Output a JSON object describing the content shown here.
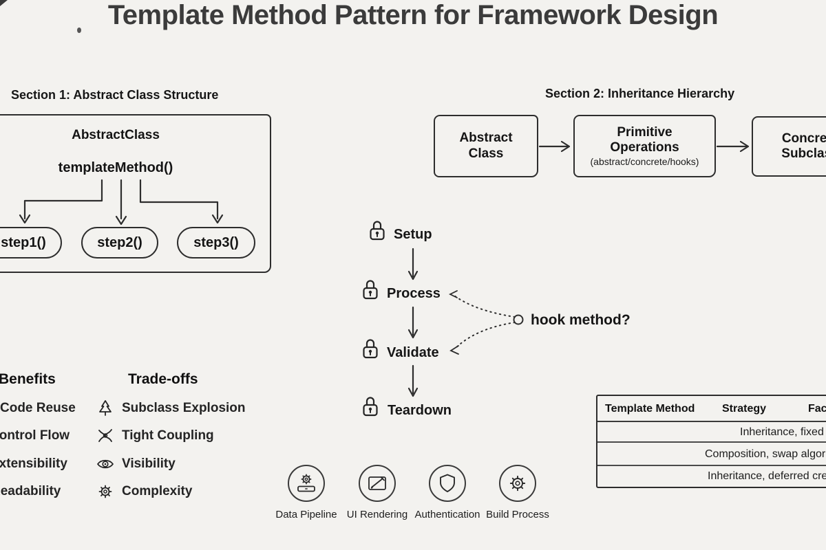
{
  "colors": {
    "background": "#f3f2ef",
    "ink": "#2d2d2d"
  },
  "title": "Template Method Pattern for Framework Design",
  "section1": {
    "heading": "Section 1: Abstract Class Structure",
    "class_name": "AbstractClass",
    "template_method": "templateMethod()",
    "steps": [
      "step1()",
      "step2()",
      "step3()"
    ]
  },
  "section2": {
    "heading": "Section 2: Inheritance Hierarchy",
    "nodes": [
      {
        "label": "Abstract\nClass"
      },
      {
        "label": "Primitive\nOperations",
        "sublabel": "(abstract/concrete/hooks)"
      },
      {
        "label": "Concrete\nSubclass"
      }
    ]
  },
  "lifecycle": {
    "icon": "padlock-icon",
    "steps": [
      "Setup",
      "Process",
      "Validate",
      "Teardown"
    ],
    "hook_label": "hook method?"
  },
  "benefits": {
    "heading": "Benefits",
    "items": [
      "Code Reuse",
      "Control Flow",
      "Extensibility",
      "Readability"
    ]
  },
  "tradeoffs": {
    "heading": "Trade-offs",
    "items": [
      {
        "icon": "pine-tree-icon",
        "label": "Subclass Explosion"
      },
      {
        "icon": "tangled-knot-icon",
        "label": "Tight Coupling"
      },
      {
        "icon": "eye-icon",
        "label": "Visibility"
      },
      {
        "icon": "gear-icon",
        "label": "Complexity"
      }
    ]
  },
  "use_cases": [
    {
      "icon": "pipeline-gear-icon",
      "label": "Data Pipeline"
    },
    {
      "icon": "canvas-pen-icon",
      "label": "UI Rendering"
    },
    {
      "icon": "shield-icon",
      "label": "Authentication"
    },
    {
      "icon": "gear-icon",
      "label": "Build Process"
    }
  ],
  "comparison_table": {
    "headers": [
      "Template Method",
      "Strategy",
      "Factory Method"
    ],
    "rows": [
      "Inheritance, fixed algorithm",
      "Composition, swap algorithms",
      "Inheritance, deferred creation"
    ]
  }
}
